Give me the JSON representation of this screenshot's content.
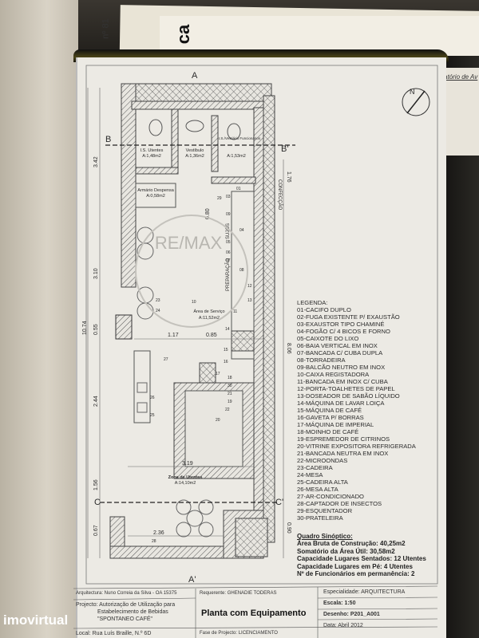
{
  "background": {
    "book_label": "nº 81",
    "folder_label": "ca",
    "right_paper_label": "atório de Av"
  },
  "plan": {
    "north": "N",
    "sections": {
      "a_top": "A",
      "a_bottom": "A'",
      "b_left": "B",
      "b_right": "B'",
      "c_left": "C",
      "c_right": "C'"
    },
    "rooms": [
      {
        "name": "I.S. Utentes",
        "area": "A:1,48m2"
      },
      {
        "name": "Vestíbulo",
        "area": "A:1,36m2"
      },
      {
        "name": "I.S./Vestiário Funcionários",
        "area": "A:1,53m2"
      },
      {
        "name": "Armário Despensa",
        "area": "A:0,58m2"
      },
      {
        "name": "Área de Serviço",
        "area": "A:11,52m2"
      },
      {
        "name": "Zona de Utentes",
        "area": "A:14,10m2"
      }
    ],
    "zones": {
      "preparacao": "PREPARAÇÃO",
      "sujos": "SUJOS",
      "confeccao": "CONFECÇÃO"
    },
    "dimensions": {
      "left": [
        "3.42",
        "3.10",
        "0.55",
        "2.44",
        "1.56",
        "0.67"
      ],
      "left_total": "10.74",
      "right": [
        "1.76",
        "8.06",
        "0.90"
      ],
      "inner": [
        "1.17",
        "0.85",
        "3.19",
        "2.36",
        "0.80"
      ]
    },
    "markers": [
      "23",
      "24",
      "10",
      "11",
      "14",
      "15",
      "16",
      "17",
      "18",
      "27",
      "30",
      "21",
      "19",
      "20",
      "22",
      "25",
      "26",
      "28",
      "01",
      "03",
      "04",
      "05",
      "06",
      "07",
      "08",
      "09",
      "12",
      "13",
      "29"
    ]
  },
  "legend": {
    "title": "LEGENDA:",
    "items": [
      "01-CACIFO DUPLO",
      "02-FUGA EXISTENTE P/ EXAUSTÃO",
      "03-EXAUSTOR TIPO CHAMINÉ",
      "04-FOGÃO C/ 4 BICOS E FORNO",
      "05-CAIXOTE DO LIXO",
      "06-BAIA VERTICAL EM INOX",
      "07-BANCADA C/ CUBA DUPLA",
      "08-TORRADEIRA",
      "09-BALCÃO NEUTRO EM INOX",
      "10-CAIXA REGISTADORA",
      "11-BANCADA EM INOX C/ CUBA",
      "12-PORTA-TOALHETES DE PAPEL",
      "13-DOSEADOR DE SABÃO LÍQUIDO",
      "14-MÁQUINA DE LAVAR LOIÇA",
      "15-MÁQUINA DE CAFÉ",
      "16-GAVETA P/ BORRAS",
      "17-MÁQUINA DE IMPERIAL",
      "18-MOINHO DE CAFÉ",
      "19-ESPREMEDOR DE CITRINOS",
      "20-VITRINE EXPOSITORA REFRIGERADA",
      "21-BANCADA NEUTRA EM INOX",
      "22-MICROONDAS",
      "23-CADEIRA",
      "24-MESA",
      "25-CADEIRA ALTA",
      "26-MESA ALTA",
      "27-AR-CONDICIONADO",
      "28-CAPTADOR DE INSECTOS",
      "29-ESQUENTADOR",
      "30-PRATELEIRA"
    ]
  },
  "quadro": {
    "title": "Quadro Sinóptico:",
    "lines": [
      "Área Bruta de Construção: 40,25m2",
      "Somatório da Área Útil: 30,58m2",
      "Capacidade Lugares Sentados: 12 Utentes",
      "Capacidade Lugares em Pé: 4 Utentes",
      "Nº de Funcionários em permanência: 2"
    ]
  },
  "title_block": {
    "arquitectura": "Arquitectura: Nuno Correia da Silva - OA 15375",
    "projecto_1": "Projecto: Autorização de Utilização  para",
    "projecto_2": "Estabelecimento de Bebidas",
    "projecto_3": "\"SPONTANEO CAFÉ\"",
    "local": "Local: Rua Luís Braille, N.º 6D",
    "requerente": "Requerente:  GHENADIE TODERAS",
    "drawing_title": "Planta com Equipamento",
    "fase": "Fase de Projecto:  LICENCIAMENTO",
    "especialidade": "Especialidade: ARQUITECTURA",
    "escala": "Escala: 1:50",
    "desenho": "Desenho: P201_A001",
    "data": "Data: Abril 2012"
  },
  "watermarks": {
    "remax": "RE/MAX",
    "imovirtual": "imovirtual"
  }
}
